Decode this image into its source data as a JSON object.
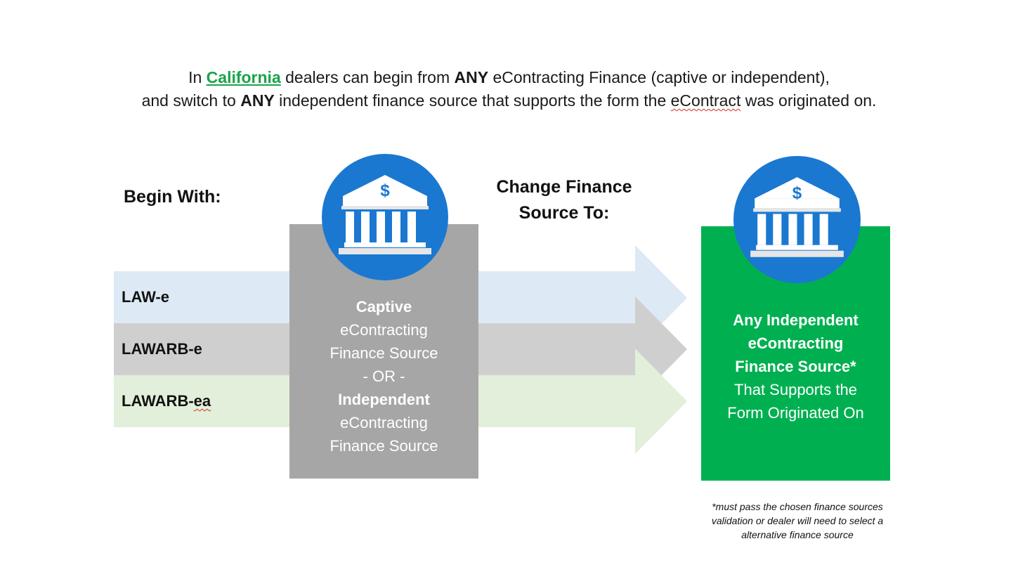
{
  "headline": {
    "line1_prefix": "In",
    "state": "California",
    "line1_middle": "dealers can begin from",
    "any_1": "ANY",
    "line1_suffix": "eContracting Finance (captive or independent),",
    "line2_prefix": "and switch to",
    "any_2": "ANY",
    "line2_middle": "independent finance source that supports the form the",
    "econtract": "eContract",
    "line2_suffix": "was originated on."
  },
  "labels": {
    "begin_with": "Begin With:",
    "change_line1": "Change Finance",
    "change_line2": "Source To:"
  },
  "bands": [
    {
      "label": "LAW-e",
      "color": "#dde9f5"
    },
    {
      "label": "LAWARB-e",
      "color": "#d0cfd0"
    },
    {
      "label": "LAWARB-",
      "label_tail": "ea",
      "color": "#e2efda"
    }
  ],
  "captive_box": {
    "line1": "Captive",
    "line2": "eContracting",
    "line3": "Finance Source",
    "line4": "- OR -",
    "line5": "Independent",
    "line6": "eContracting",
    "line7": "Finance Source",
    "color": "#a6a6a6"
  },
  "target_box": {
    "line1": "Any Independent",
    "line2": "eContracting",
    "line3": "Finance Source*",
    "line4": "That Supports the",
    "line5": "Form Originated On",
    "color": "#00b050"
  },
  "icons": {
    "bank_icon": "bank-building-dollar-icon",
    "circle_color": "#1a78d1",
    "dollar_sign": "$"
  },
  "footnote": {
    "line1": "*must pass the chosen finance sources",
    "line2": "validation or dealer will need to select a",
    "line3": "alternative finance source"
  },
  "colors": {
    "accent_green": "#1aa34a",
    "bank_blue": "#1a78d1"
  }
}
